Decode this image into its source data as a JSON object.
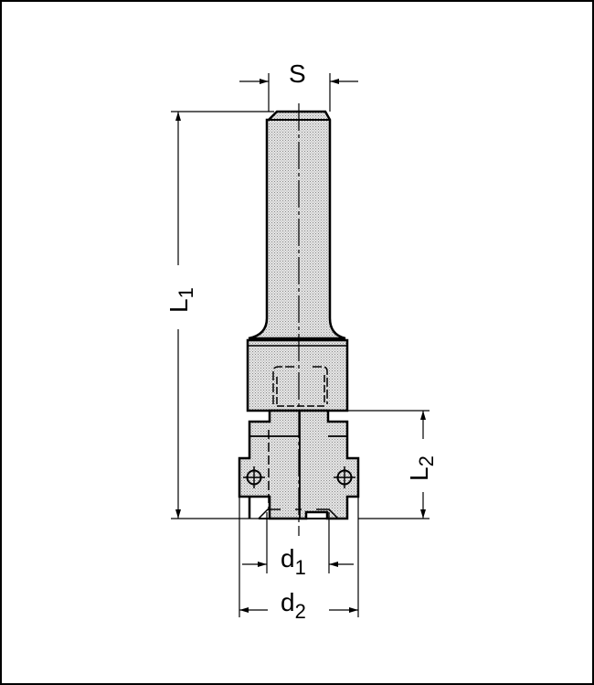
{
  "drawing": {
    "title": "Shank cutter head technical drawing",
    "dimensions": {
      "S": {
        "label": "S"
      },
      "L1": {
        "label": "L",
        "sub": "1"
      },
      "L2": {
        "label": "L",
        "sub": "2"
      },
      "d1": {
        "label": "d",
        "sub": "1"
      },
      "d2": {
        "label": "d",
        "sub": "2"
      }
    },
    "colors": {
      "line": "#000000",
      "fill": "#d0d0d0",
      "background": "#ffffff"
    }
  }
}
